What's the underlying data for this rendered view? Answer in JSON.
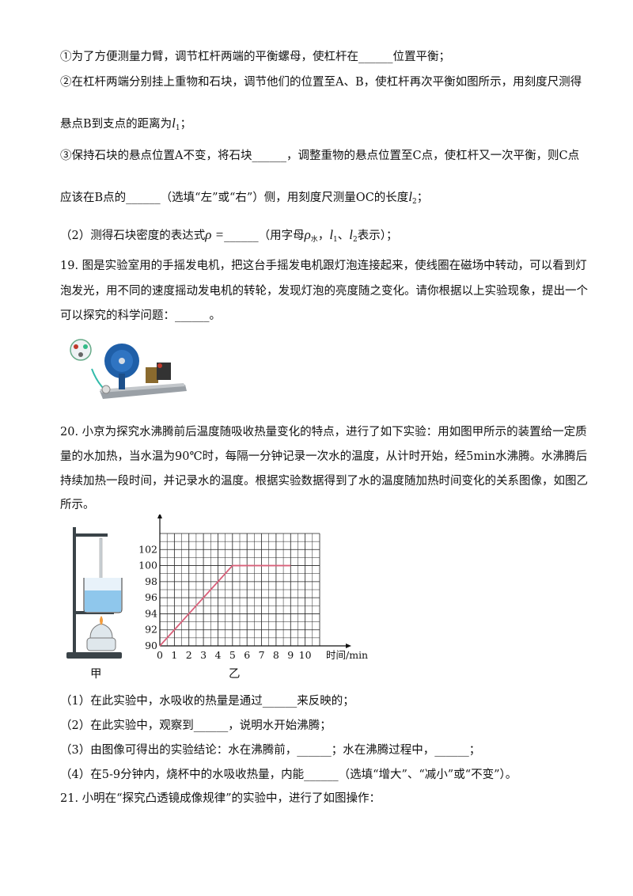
{
  "q18": {
    "s1": "①为了方便测量力臂，调节杠杆两端的平衡螺母，使杠杆在______位置平衡；",
    "s2": "②在杠杆两端分别挂上重物和石块，调节他们的位置至A、B，使杠杆再次平衡如图所示，用刻度尺测得",
    "s3": "悬点B到支点的距离为",
    "s3_var": "l",
    "s3_sub": "1",
    "s3_end": "；",
    "s4": "③保持石块的悬点位置A不变，将石块______，调整重物的悬点位置至C点，使杠杆又一次平衡，则C点",
    "s5": "应该在B点的______（选填“左”或“右”）侧，用刻度尺测量OC的长度",
    "s5_var": "l",
    "s5_sub": "2",
    "s5_end": "；",
    "p2_a": "（2）测得石块密度的表达式",
    "p2_rho": "ρ =",
    "p2_b": "______（用字母",
    "p2_rho2": "ρ",
    "p2_rho2_sub": "水",
    "p2_c": "，",
    "p2_l1": "l",
    "p2_l1_sub": "1",
    "p2_d": "、",
    "p2_l2": "l",
    "p2_l2_sub": "2",
    "p2_e": "表示）；"
  },
  "q19": {
    "l1": "19. 图是实验室用的手摇发电机，把这台手摇发电机跟灯泡连接起来，使线圈在磁场中转动，可以看到灯",
    "l2": "泡发光，用不同的速度摇动发电机的转轮，发现灯泡的亮度随之变化。请你根据以上实验现象，提出一个",
    "l3": "可以探究的科学问题：______。"
  },
  "q20": {
    "l1": "20. 小京为探究水沸腾前后温度随吸收热量变化的特点，进行了如下实验：用如图甲所示的装置给一定质",
    "l2": "量的水加热，当水温为90℃时，每隔一分钟记录一次水的温度，从计时开始，经5min水沸腾。水沸腾后",
    "l3": "持续加热一段时间，并记录水的温度。根据实验数据得到了水的温度随加热时间变化的关系图像，如图乙",
    "l4": "所示。",
    "fig_a_label": "甲",
    "fig_b_label": "乙",
    "p1": "（1）在此实验中，水吸收的热量是通过______来反映的；",
    "p2": "（2）在此实验中，观察到______，说明水开始沸腾；",
    "p3": "（3）由图像可得出的实验结论：水在沸腾前，______；水在沸腾过程中，______；",
    "p4": "（4）在5-9分钟内，烧杯中的水吸收热量，内能______（选填“增大”、“减小”或“不变”）。"
  },
  "q21": {
    "l1": "21. 小明在“探究凸透镜成像规律”的实验中，进行了如图操作："
  },
  "chart_data": {
    "type": "line",
    "ylabel": "温度/℃",
    "xlabel": "时间/min",
    "x_ticks": [
      "0",
      "1",
      "2",
      "3",
      "4",
      "5",
      "6",
      "7",
      "8",
      "9",
      "10"
    ],
    "y_ticks": [
      "90",
      "92",
      "94",
      "96",
      "98",
      "100",
      "102"
    ],
    "xlim": [
      0,
      11
    ],
    "ylim": [
      90,
      104
    ],
    "series": [
      {
        "x": [
          0,
          1,
          2,
          3,
          4,
          5,
          6,
          7,
          8,
          9
        ],
        "y": [
          90,
          92,
          94,
          96,
          98,
          100,
          100,
          100,
          100,
          100
        ],
        "color": "#d9607a"
      }
    ]
  }
}
